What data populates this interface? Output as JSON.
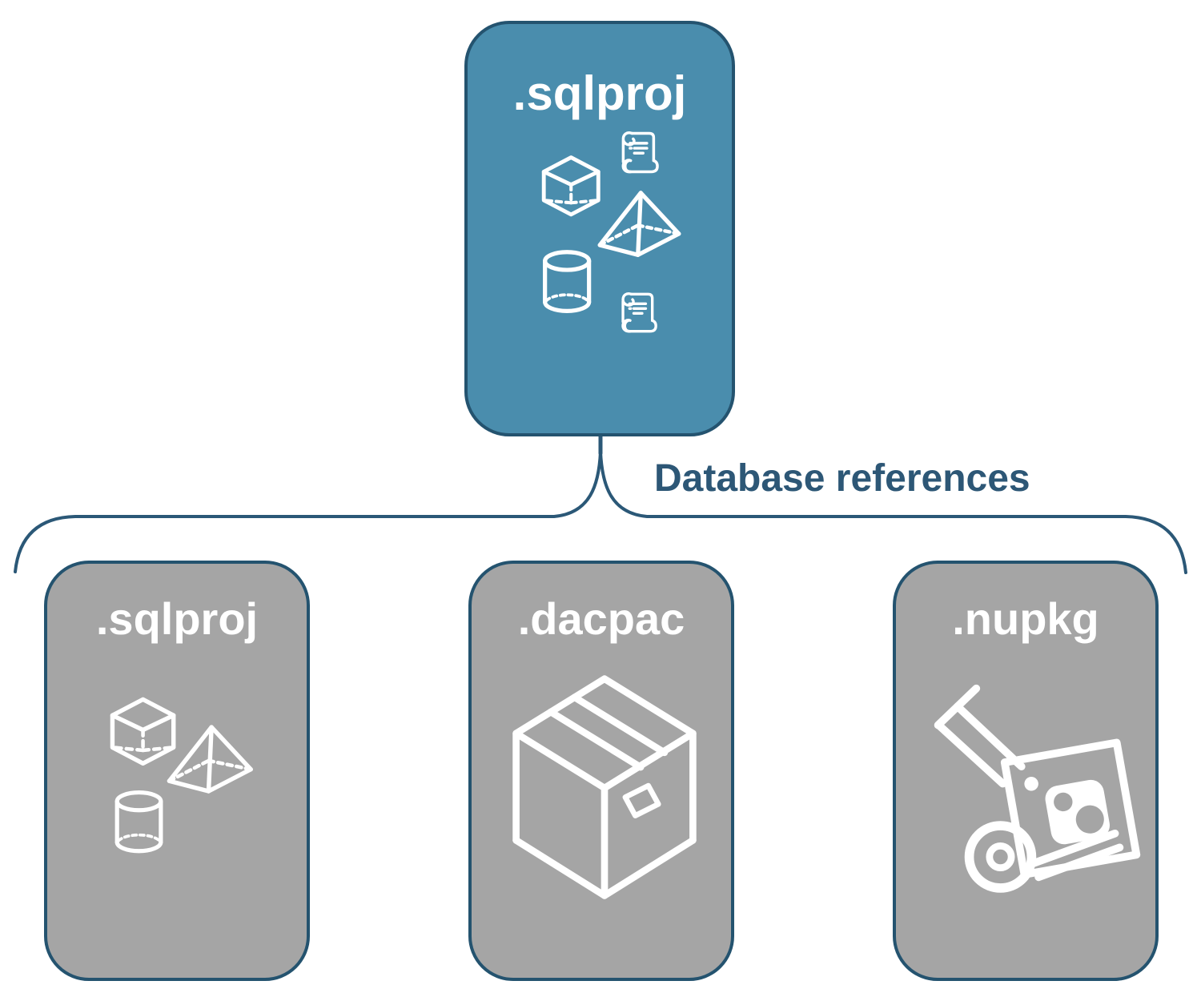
{
  "diagram": {
    "root": {
      "label": ".sqlproj",
      "icons": [
        "scroll-icon",
        "cube-icon",
        "pyramid-icon",
        "cylinder-icon",
        "scroll-icon"
      ]
    },
    "connector": {
      "label": "Database references"
    },
    "children": [
      {
        "label": ".sqlproj",
        "icons": [
          "cube-icon",
          "pyramid-icon",
          "cylinder-icon"
        ]
      },
      {
        "label": ".dacpac",
        "icons": [
          "package-box-icon"
        ]
      },
      {
        "label": ".nupkg",
        "icons": [
          "nuget-hand-truck-icon"
        ]
      }
    ],
    "colors": {
      "root_card_fill": "#4a8dad",
      "child_card_fill": "#a5a5a5",
      "card_border": "#24536f",
      "connector_line": "#2b5877",
      "connector_label_text": "#2d5776",
      "card_label_text": "#ffffff",
      "icon_stroke": "#ffffff",
      "background": "#ffffff"
    }
  }
}
